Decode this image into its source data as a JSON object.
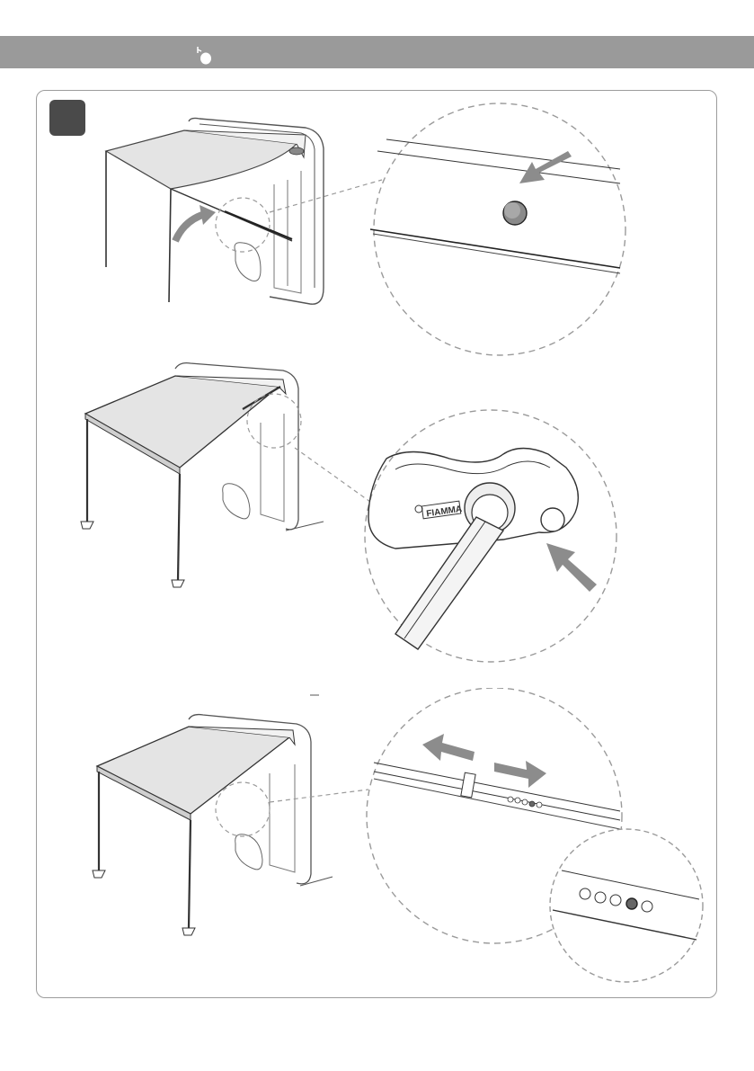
{
  "header": {
    "icon": "hand-pointer-icon"
  },
  "step": {
    "number": ""
  },
  "panel_2": {
    "brand_logo_text": "FIAMMA"
  },
  "panel_3": {
    "adjust_holes_count": 5,
    "selected_hole_index": 4
  },
  "colors": {
    "header_band": "#9a9a9a",
    "arrow": "#8c8c8c",
    "canopy": "#e4e4e4",
    "badge": "#4a4a4a",
    "dashed_circle": "#9a9a9a"
  }
}
